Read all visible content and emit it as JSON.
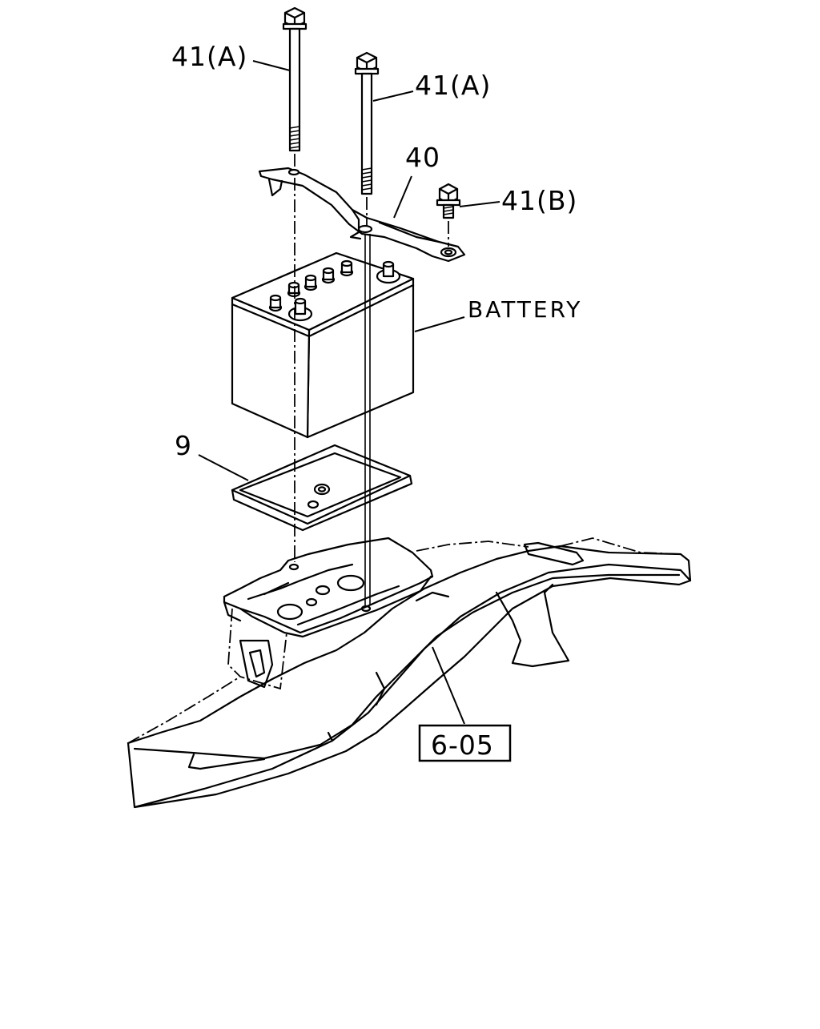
{
  "diagram": {
    "callouts": {
      "bolt_a_left": "41(A)",
      "bolt_a_right": "41(A)",
      "clamp": "40",
      "bolt_b": "41(B)",
      "battery": "BATTERY",
      "tray_pad": "9",
      "frame_ref": "6-05"
    },
    "icons": {
      "long_bolt": "hex-head-bolt",
      "short_bolt": "hex-head-bolt",
      "clamp": "battery-hold-down-clamp",
      "battery": "battery",
      "pad": "battery-tray-pad",
      "frame": "vehicle-frame-with-battery-bracket"
    }
  }
}
